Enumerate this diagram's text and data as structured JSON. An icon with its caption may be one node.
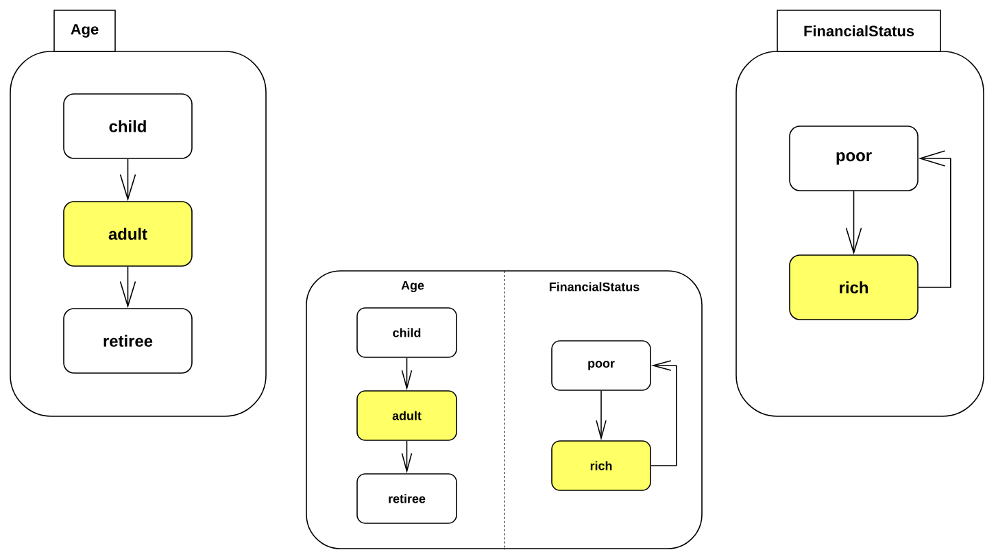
{
  "diagram": {
    "nodes": [
      {
        "text": [
          "Age"
        ]
      },
      {
        "text": [
          "child"
        ],
        "in": 0
      },
      {
        "text": [
          "adult"
        ],
        "in": 0
      },
      {
        "text": [
          "retiree"
        ],
        "in": 0
      },
      {
        "text": [
          "Age",
          "FinancialStatus"
        ]
      },
      {
        "text": [
          "child"
        ],
        "in": 4
      },
      {
        "text": [
          "adult"
        ],
        "in": 4
      },
      {
        "text": [
          "retiree"
        ],
        "in": 4
      },
      {
        "text": [
          "poor"
        ],
        "in": 4
      },
      {
        "text": [
          "rich"
        ],
        "in": 4
      },
      {
        "text": [
          "FinancialStatus"
        ]
      },
      {
        "text": [
          "poor"
        ],
        "in": 10
      },
      {
        "text": [
          "rich"
        ],
        "in": 10
      }
    ],
    "edges": [
      {
        "from": 1,
        "to": 2,
        "arrow": "to"
      },
      {
        "from": 2,
        "to": 3,
        "arrow": "to"
      },
      {
        "from": 5,
        "to": 6,
        "arrow": "to"
      },
      {
        "from": 6,
        "to": 7,
        "arrow": "to"
      },
      {
        "from": 8,
        "to": 9,
        "arrow": "to"
      },
      {
        "from": 9,
        "to": 8,
        "arrow": "to"
      },
      {
        "from": 11,
        "to": 12,
        "arrow": "to"
      },
      {
        "from": 12,
        "to": 11,
        "arrow": "to"
      }
    ]
  }
}
